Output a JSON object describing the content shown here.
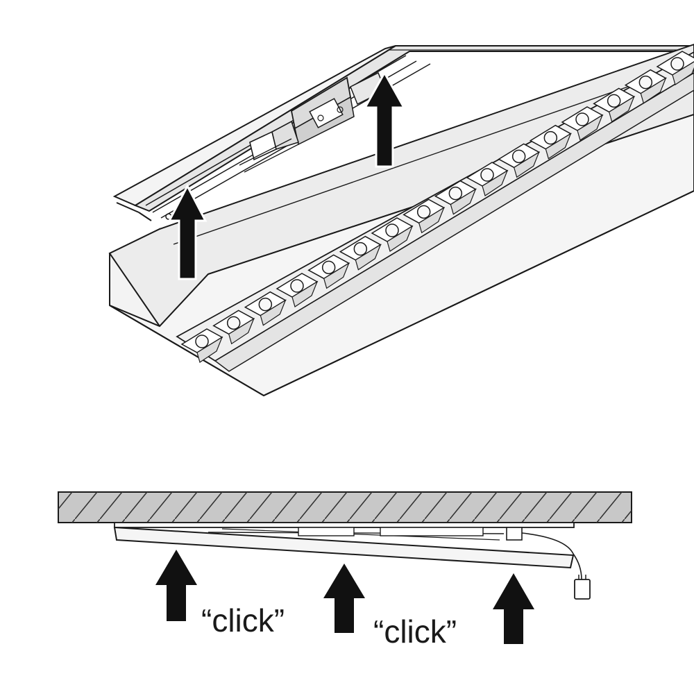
{
  "labels": {
    "click_left": "“click”",
    "click_right": "“click”"
  },
  "colors": {
    "line": "#1a1a1a",
    "panel_fill": "#ececec",
    "panel_fill_light": "#f6f6f6",
    "ceiling_fill": "#c8c8c8",
    "arrow": "#111111",
    "background": "#ffffff"
  },
  "illustration": {
    "top_view": "luminaire-installation-isometric",
    "bottom_view": "ceiling-mount-side-section"
  }
}
